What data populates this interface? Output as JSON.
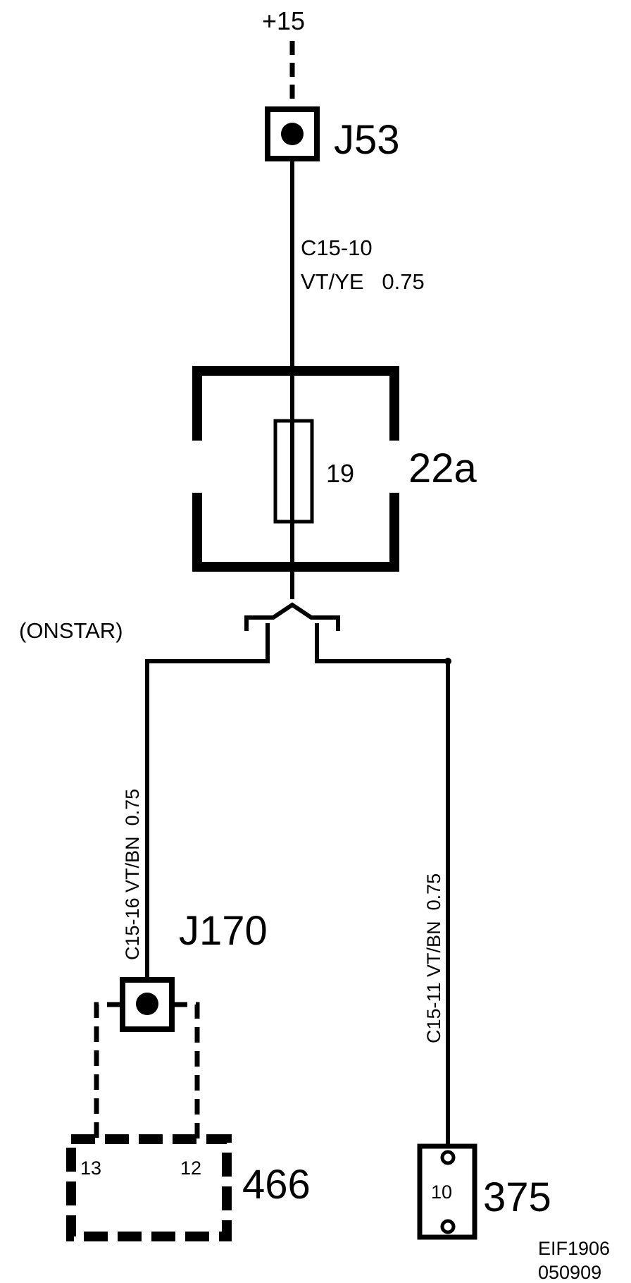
{
  "supply": {
    "label": "+15"
  },
  "splices": {
    "top": {
      "id": "J53"
    },
    "bottom": {
      "id": "J170"
    }
  },
  "wires": {
    "feed": {
      "circuit": "C15-10",
      "color_size": "VT/YE   0.75"
    },
    "left": {
      "label": "C15-16 VT/BN  0.75",
      "note": "(ONSTAR)"
    },
    "right": {
      "label": "C15-11 VT/BN  0.75"
    }
  },
  "fuse_box": {
    "id": "22a",
    "fuse_number": "19"
  },
  "components": {
    "onstar": {
      "id": "466",
      "pin_left": "13",
      "pin_right": "12"
    },
    "right": {
      "id": "375",
      "pin": "10"
    }
  },
  "footer": {
    "figure_code": "EIF1906",
    "date_code": "050909"
  }
}
